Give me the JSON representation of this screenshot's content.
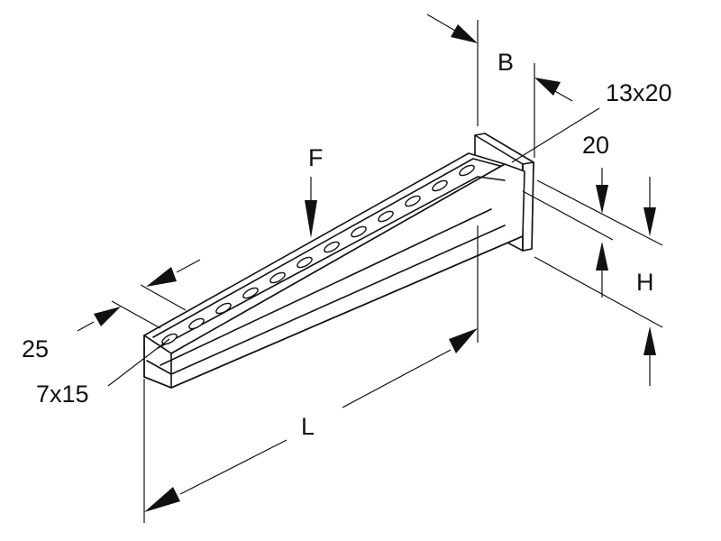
{
  "labels": {
    "b": "B",
    "slot_top": "13x20",
    "twenty": "20",
    "f": "F",
    "h": "H",
    "twenty_five": "25",
    "slot_bottom": "7x15",
    "l": "L"
  },
  "colors": {
    "line": "#111111",
    "background": "#ffffff"
  }
}
